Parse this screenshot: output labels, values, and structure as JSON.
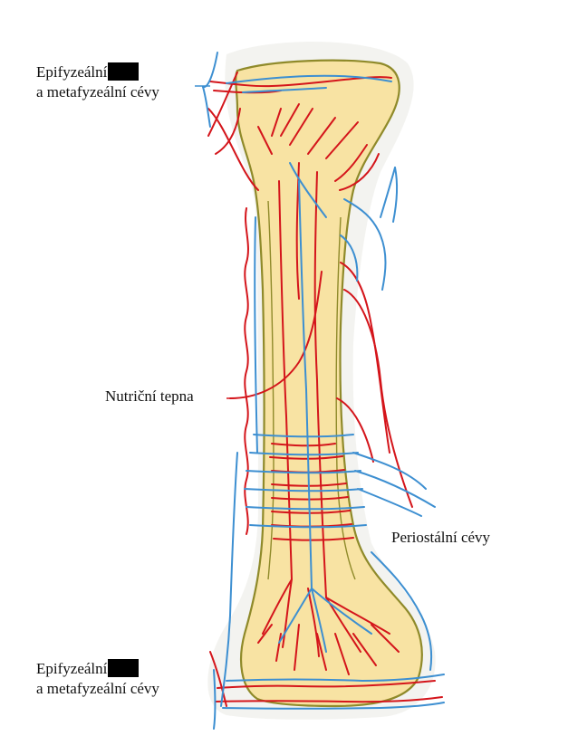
{
  "labels": {
    "epiphyseal_top_line1": "Epifyzeální",
    "epiphyseal_top_line2": "a metafyzeální cévy",
    "nutrient_artery": "Nutriční tepna",
    "periosteal": "Periostální cévy",
    "epiphyseal_bottom_line1": "Epifyzeální",
    "epiphyseal_bottom_line2": "a metafyzeální cévy"
  },
  "colors": {
    "bone_fill": "#f8e3a3",
    "bone_outline": "#8f8a2a",
    "artery": "#d4151b",
    "vein": "#3d8fd1",
    "periosteum_shadow": "#e9e9e4"
  }
}
